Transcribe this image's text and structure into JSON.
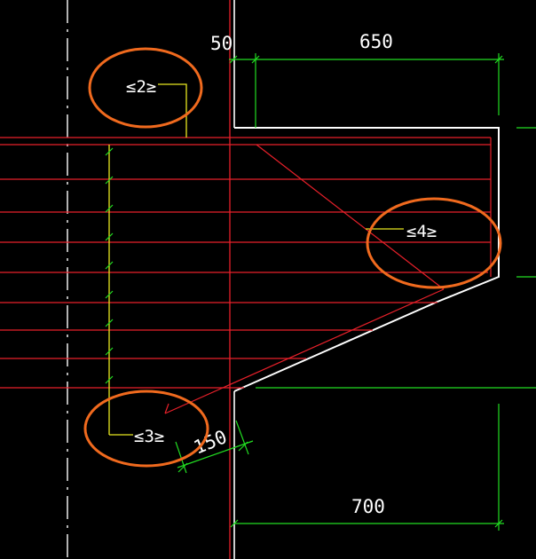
{
  "dimensions": {
    "d50": "50",
    "d650": "650",
    "d700": "700",
    "d150": "150"
  },
  "tags": {
    "t2": "≤2≥",
    "t3": "≤3≥",
    "t4": "≤4≥"
  },
  "colors": {
    "background": "#000000",
    "outline": "#ffffff",
    "rebar": "#e8202a",
    "dimension": "#22dd22",
    "leader": "#e8e820",
    "highlight": "#f06a1e",
    "centerline": "#ffffff"
  }
}
